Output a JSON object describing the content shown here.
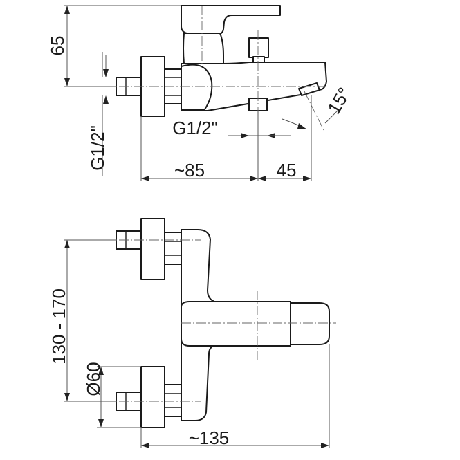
{
  "dimensions": {
    "height_65": "65",
    "thread_left": "G1/2\"",
    "thread_bottom": "G1/2\"",
    "depth_85": "~85",
    "spout_45": "45",
    "angle_15": "15°",
    "centers_range": "130 - 170",
    "rosette_dia": "Ø60",
    "width_135": "~135"
  }
}
